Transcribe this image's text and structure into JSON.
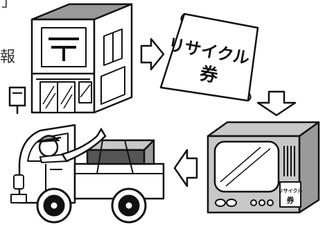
{
  "edge_text": {
    "top_left": "」",
    "left": "報"
  },
  "ticket": {
    "line1": "リサイクル",
    "line2": "券"
  },
  "tv_sticker": {
    "line1": "リサイクル",
    "line2": "券"
  },
  "colors": {
    "line": "#111111",
    "gray": "#9a9a9a",
    "light_gray": "#c8c8c8",
    "dark_gray": "#555555",
    "background": "#ffffff"
  }
}
